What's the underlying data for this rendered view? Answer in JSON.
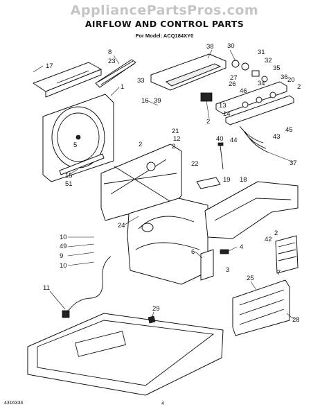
{
  "watermark": "AppliancePartsPros.com",
  "title": "AIRFLOW AND CONTROL PARTS",
  "model_line": "For Model: ACQ184XY0",
  "callouts": [
    "17",
    "8",
    "23",
    "1",
    "5",
    "2",
    "15",
    "51",
    "38",
    "30",
    "31",
    "32",
    "35",
    "36",
    "20",
    "2",
    "33",
    "16",
    "39",
    "27",
    "26",
    "34",
    "46",
    "13",
    "14",
    "2",
    "45",
    "43",
    "44",
    "21",
    "12",
    "2",
    "24",
    "22",
    "40",
    "37",
    "19",
    "18",
    "10",
    "49",
    "9",
    "10",
    "6",
    "4",
    "3",
    "2",
    "42",
    "7",
    "25",
    "28",
    "11",
    "29"
  ],
  "footer": {
    "doc_number": "4316334",
    "page": "4"
  }
}
